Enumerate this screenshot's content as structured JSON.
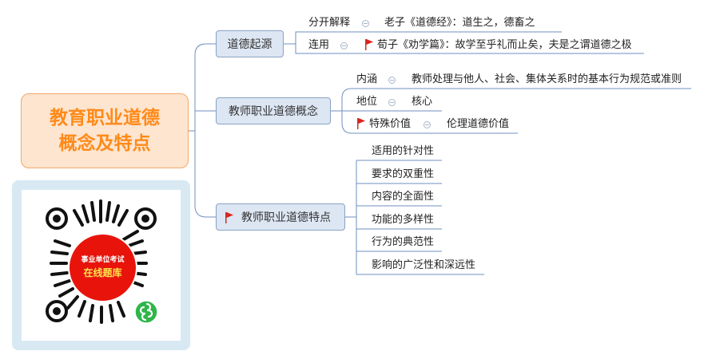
{
  "root": {
    "line1": "教育职业道德",
    "line2": "概念及特点"
  },
  "branches": [
    {
      "label": "道德起源",
      "children": [
        {
          "label": "分开解释",
          "detail": "老子《道德经》：道生之，德畜之",
          "flagged": false
        },
        {
          "label": "连用",
          "detail": "荀子《劝学篇》：故学至乎礼而止矣，夫是之谓道德之极",
          "flagged": true
        }
      ]
    },
    {
      "label": "教师职业道德概念",
      "children": [
        {
          "label": "内涵",
          "detail": "教师处理与他人、社会、集体关系时的基本行为规范或准则",
          "flagged": false
        },
        {
          "label": "地位",
          "detail": "核心",
          "flagged": false
        },
        {
          "label": "特殊价值",
          "detail": "伦理道德价值",
          "flagged": true
        }
      ]
    },
    {
      "label": "教师职业道德特点",
      "flagged": true,
      "children": [
        {
          "label": "适用的针对性"
        },
        {
          "label": "要求的双重性"
        },
        {
          "label": "内容的全面性"
        },
        {
          "label": "功能的多样性"
        },
        {
          "label": "行为的典范性"
        },
        {
          "label": "影响的广泛性和深远性"
        }
      ]
    }
  ],
  "promo": {
    "line1": "事业单位考试",
    "line2": "在线题库"
  },
  "colors": {
    "root_text": "#ff8a1a",
    "root_fill": "#fde5cf",
    "branch_fill": "#dde6f3",
    "branch_border": "#8aa3c6",
    "connector": "#6f8fc0",
    "flag": "#e0201c",
    "qr_center": "#e8140c",
    "qr_badge": "#2fb54a"
  },
  "icons": [
    "flag-icon",
    "collapse-icon",
    "mini-program-icon"
  ]
}
